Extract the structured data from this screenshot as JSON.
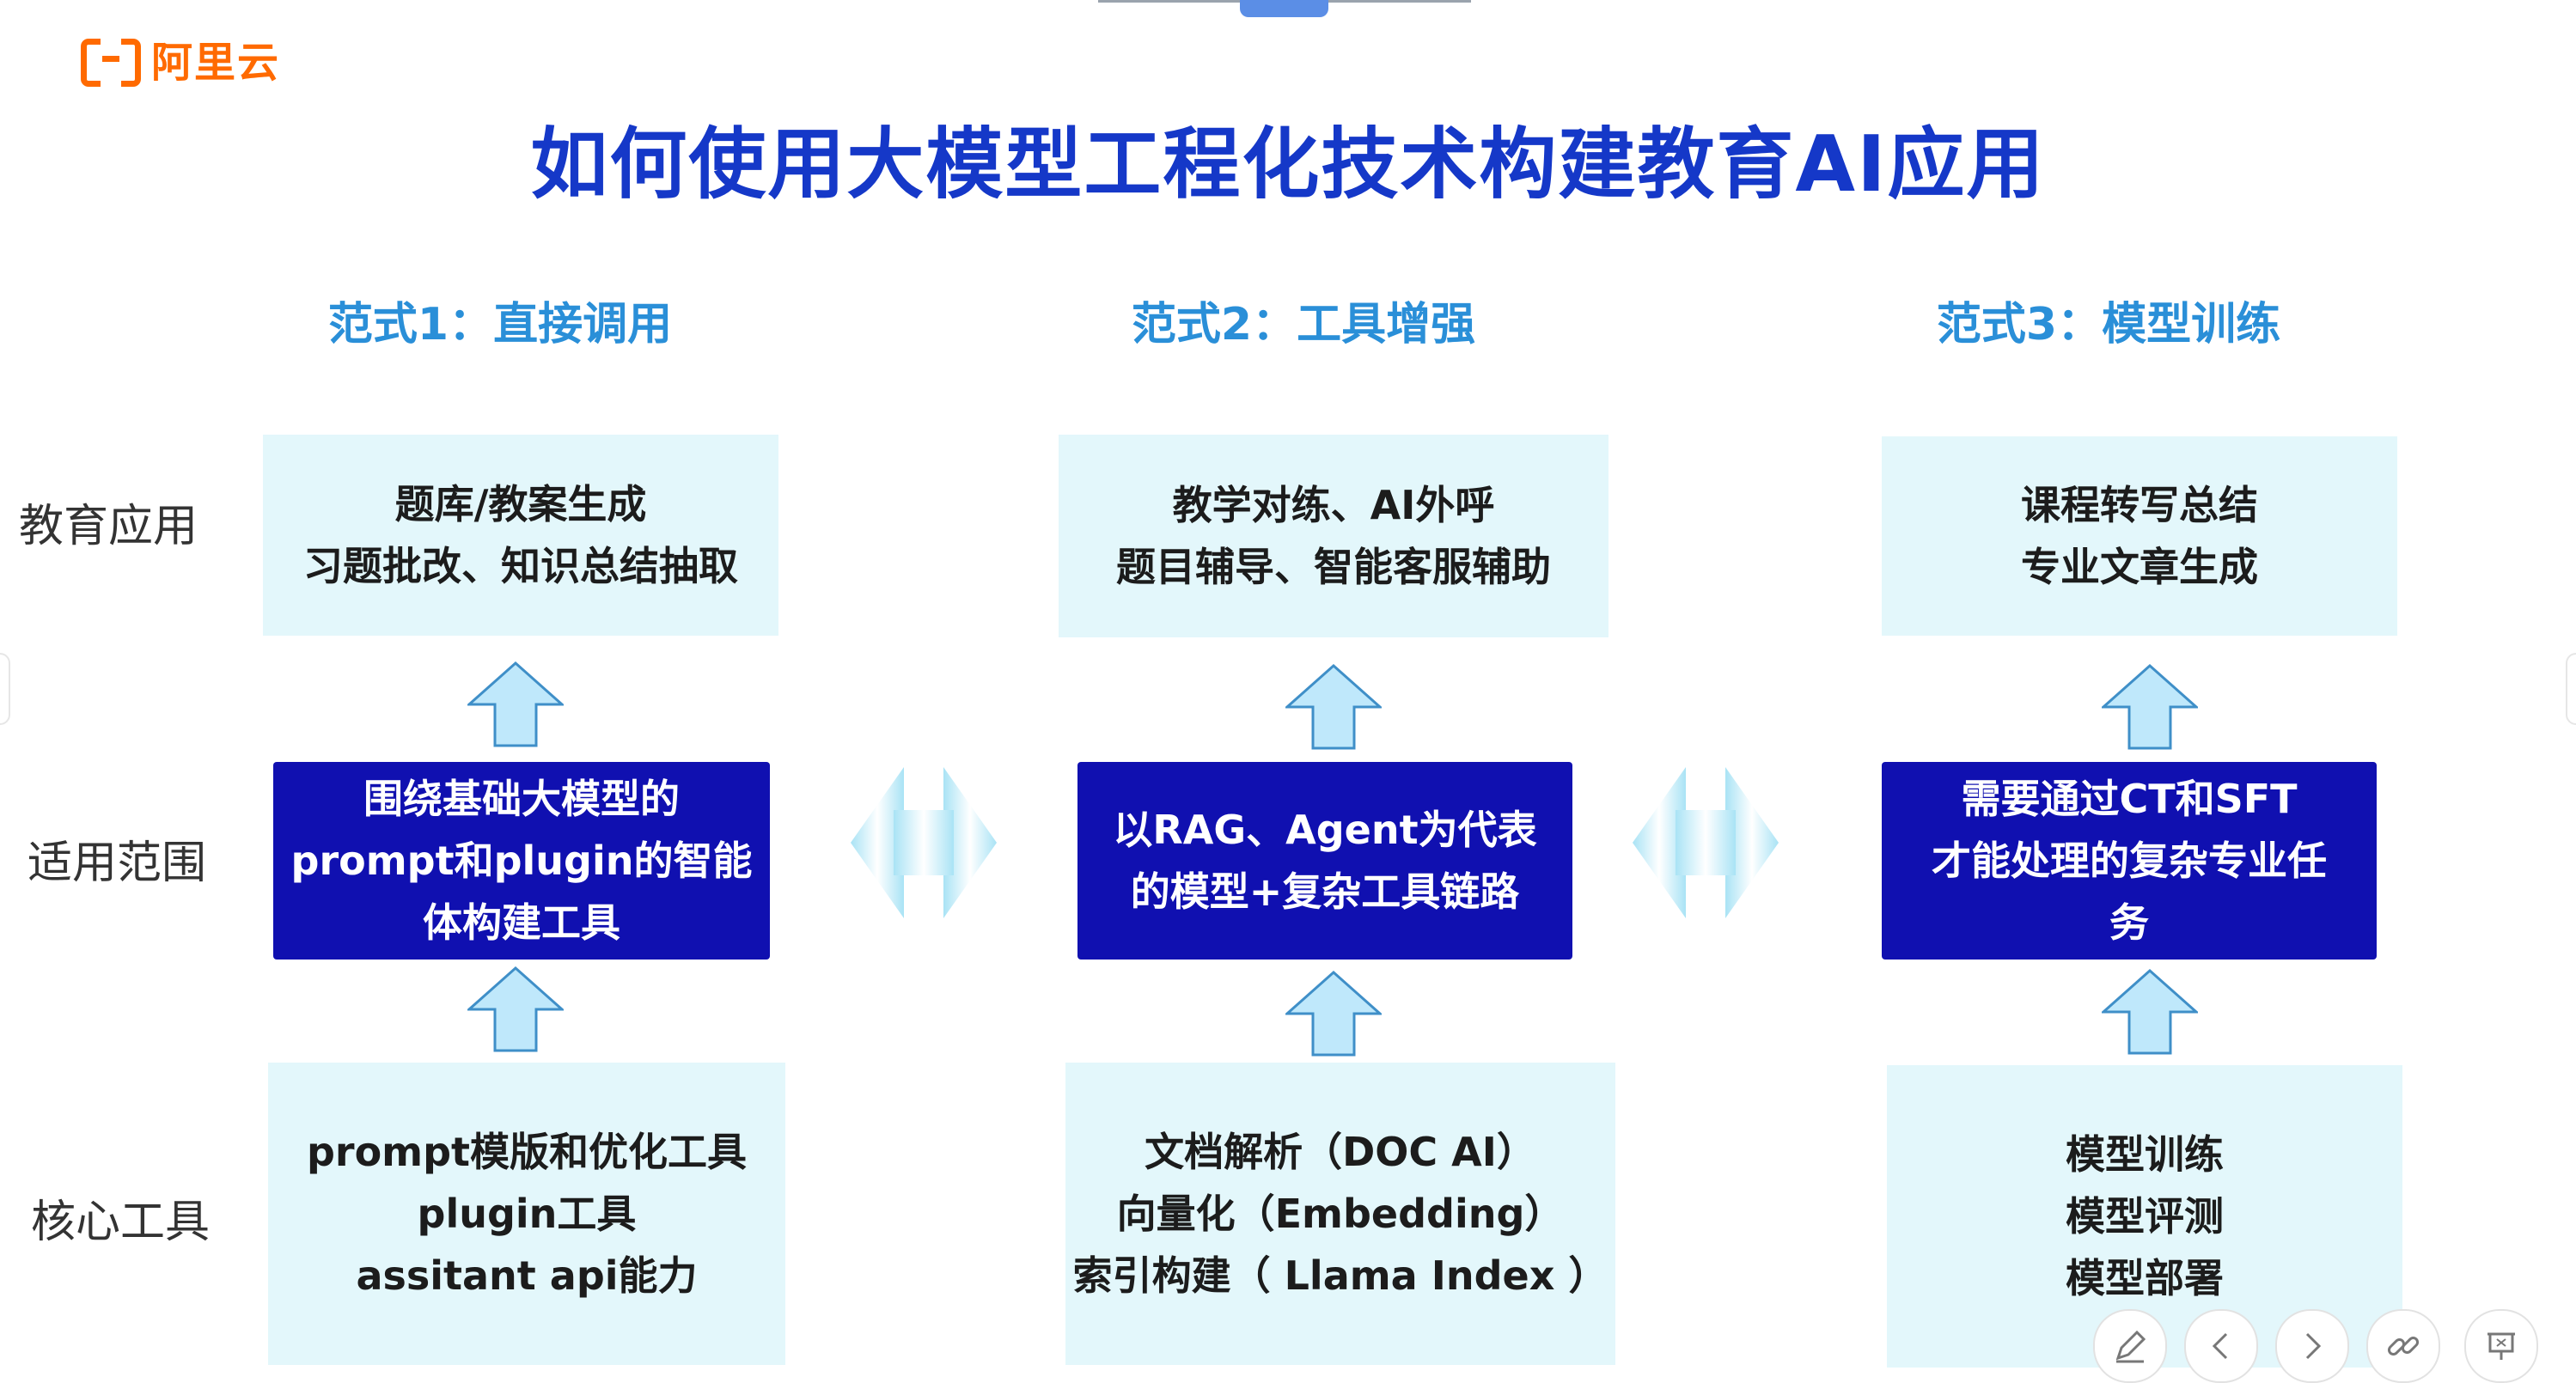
{
  "logo": {
    "text": "阿里云"
  },
  "title": "如何使用大模型工程化技术构建教育AI应用",
  "row_labels": [
    "教育应用",
    "适用范围",
    "核心工具"
  ],
  "columns": [
    {
      "title": "范式1：直接调用",
      "application": [
        "题库/教案生成",
        "习题批改、知识总结抽取"
      ],
      "scope": [
        "围绕基础大模型的",
        "prompt和plugin的智能",
        "体构建工具"
      ],
      "tools": [
        "prompt模版和优化工具",
        "plugin工具",
        "assitant api能力"
      ]
    },
    {
      "title": "范式2：工具增强",
      "application": [
        "教学对练、AI外呼",
        "题目辅导、智能客服辅助"
      ],
      "scope": [
        "以RAG、Agent为代表",
        "的模型+复杂工具链路"
      ],
      "tools": [
        "文档解析（DOC AI）",
        "向量化（Embedding）",
        "索引构建（ Llama Index ）"
      ]
    },
    {
      "title": "范式3：模型训练",
      "application": [
        "课程转写总结",
        "专业文章生成"
      ],
      "scope": [
        "需要通过CT和SFT",
        "才能处理的复杂专业任",
        "务"
      ],
      "tools": [
        "模型训练",
        "模型评测",
        "模型部署"
      ]
    }
  ],
  "toolbar": {
    "icons": [
      "pen-icon",
      "prev-icon",
      "next-icon",
      "link-icon",
      "presentation-icon"
    ]
  },
  "colors": {
    "title": "#1538c8",
    "column_title": "#2a8fd8",
    "dark_box": "#1010b0",
    "light_box": "#e3f7fb",
    "arrow": "#bfe8fb",
    "logo": "#ff6a00"
  }
}
